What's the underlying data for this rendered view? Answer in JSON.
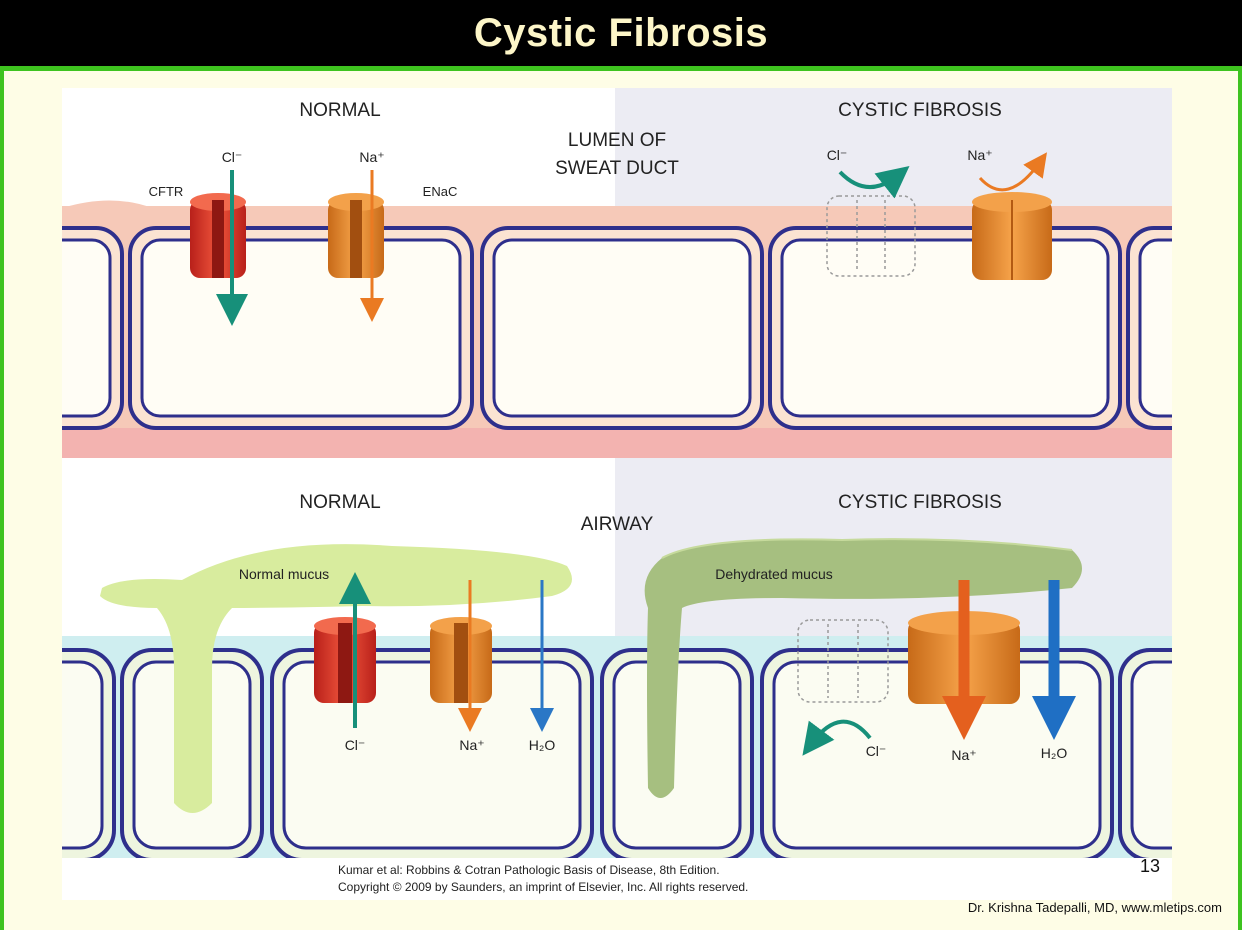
{
  "slide": {
    "title": "Cystic Fibrosis",
    "slide_number": "13",
    "attribution": "Dr. Krishna Tadepalli, MD, www.mletips.com"
  },
  "colors": {
    "title_bg": "#000000",
    "accent_green": "#3ec31f",
    "slide_bg": "#fefde6",
    "cftr_red": "#e0392a",
    "enac_orange": "#ea8a2c",
    "chloride_teal": "#17907a",
    "water_blue": "#2a77c6",
    "membrane_blue": "#2e2f8c",
    "mucus_green": "#d8ec9e",
    "dehydrated_mucus": "#a6bf80"
  },
  "figure": {
    "top": {
      "normal_heading": "NORMAL",
      "cf_heading": "CYSTIC FIBROSIS",
      "center_label": [
        "LUMEN OF",
        "SWEAT DUCT"
      ],
      "cftr_label": "CFTR",
      "enac_label": "ENaC",
      "normal_cl": "Cl⁻",
      "normal_na": "Na⁺",
      "cf_cl": "Cl⁻",
      "cf_na": "Na⁺"
    },
    "bottom": {
      "normal_heading": "NORMAL",
      "cf_heading": "CYSTIC FIBROSIS",
      "center_label": "AIRWAY",
      "normal_mucus_label": "Normal mucus",
      "cf_mucus_label": "Dehydrated mucus",
      "normal_cl": "Cl⁻",
      "normal_na": "Na⁺",
      "normal_h2o": "H₂O",
      "cf_cl": "Cl⁻",
      "cf_na": "Na⁺",
      "cf_h2o": "H₂O"
    },
    "citation": [
      "Kumar et al: Robbins & Cotran Pathologic Basis of Disease, 8th Edition.",
      "Copyright © 2009 by Saunders, an imprint of Elsevier, Inc. All rights reserved."
    ]
  }
}
